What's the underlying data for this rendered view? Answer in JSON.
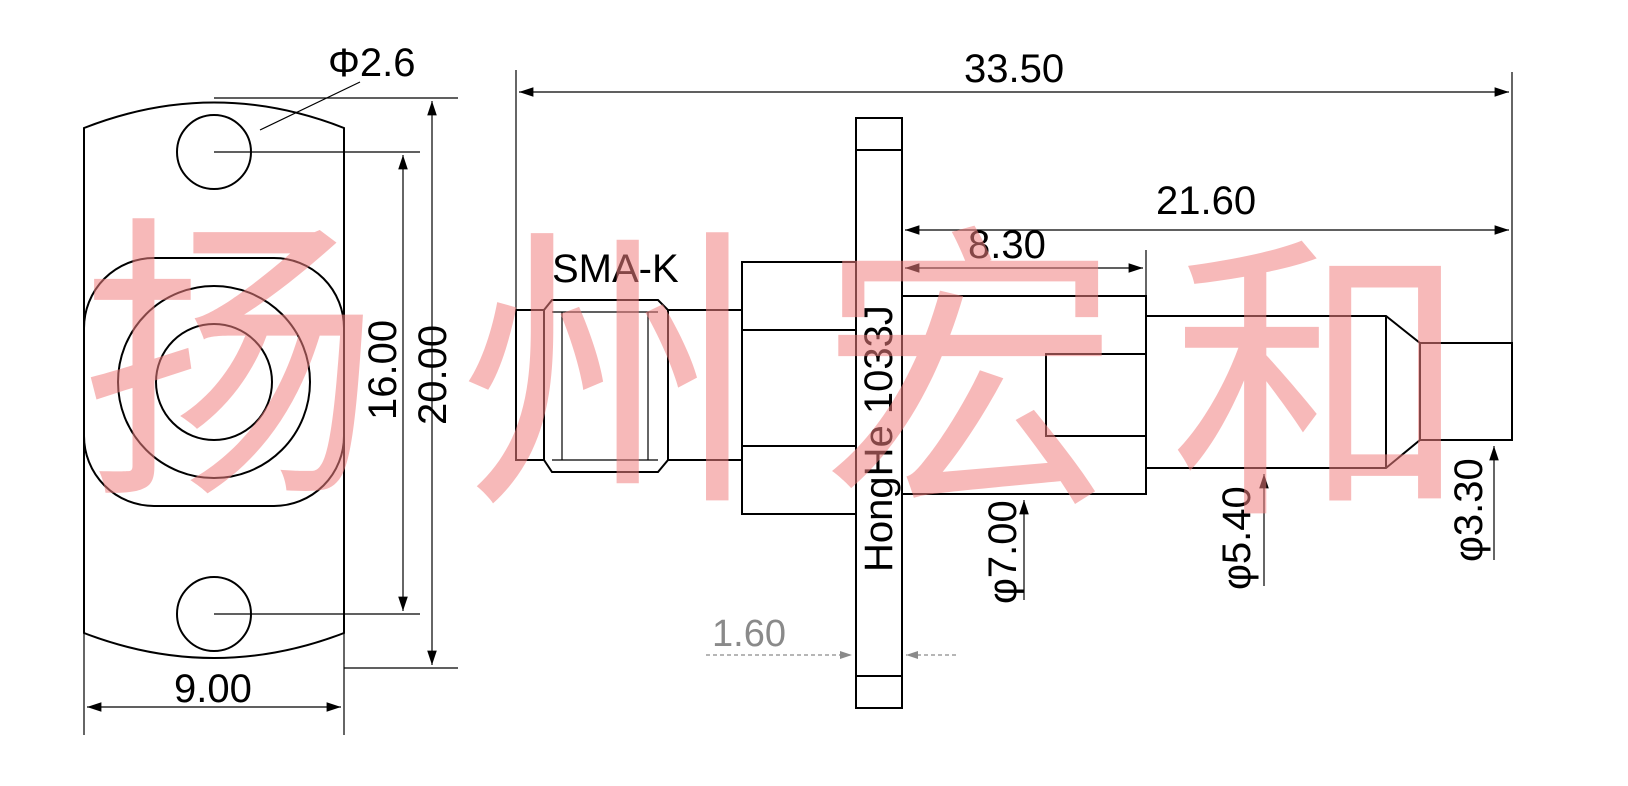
{
  "watermark": [
    "扬",
    "州",
    "宏",
    "和"
  ],
  "colors": {
    "watermark": "#f08080",
    "lines": "#000000",
    "secondary_dim": "#8a8a8a"
  },
  "front_view": {
    "hole_diameter": "Φ2.6",
    "hole_spacing": "16.00",
    "flange_height": "20.00",
    "flange_width": "9.00"
  },
  "side_view": {
    "model_label": "SMA-K",
    "part_marking": "HongHe 1033J",
    "overall_length": "33.50",
    "rear_length": "21.60",
    "body_length": "8.30",
    "flange_thickness": "1.60",
    "diameters": [
      "φ7.00",
      "φ5.40",
      "φ3.30"
    ]
  }
}
